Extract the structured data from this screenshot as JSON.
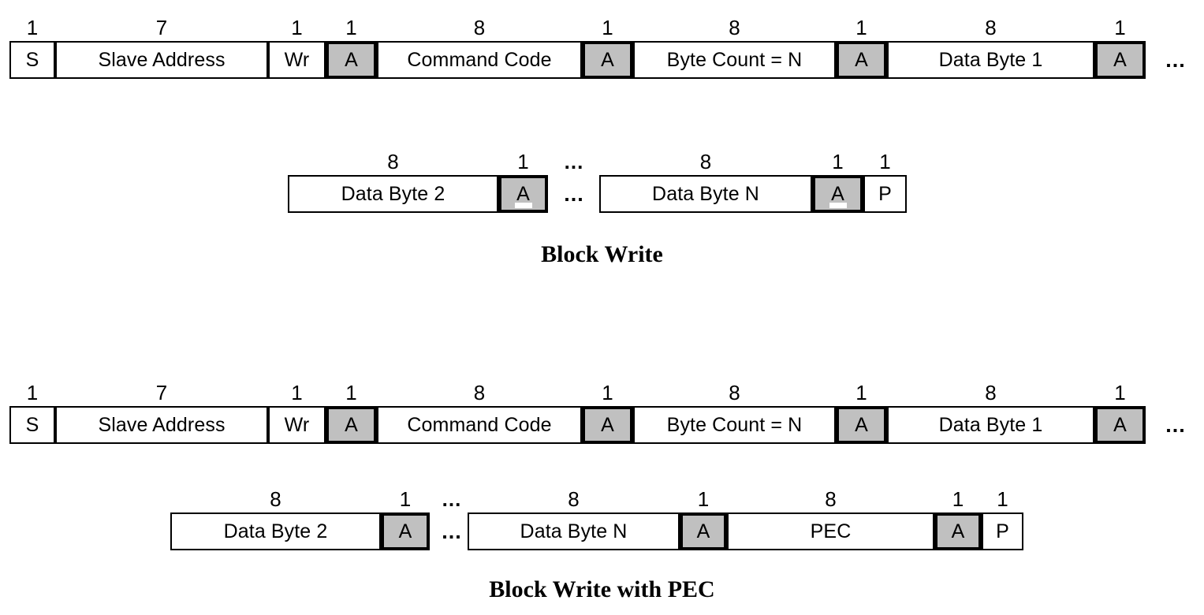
{
  "diagrams": [
    {
      "name": "block-write",
      "caption": "Block Write",
      "rows": [
        {
          "name": "block-write-row-1",
          "fields": [
            {
              "label": "S",
              "bits": "1"
            },
            {
              "label": "Slave Address",
              "bits": "7"
            },
            {
              "label": "Wr",
              "bits": "1"
            },
            {
              "label": "A",
              "bits": "1",
              "ack": true
            },
            {
              "label": "Command Code",
              "bits": "8"
            },
            {
              "label": "A",
              "bits": "1",
              "ack": true
            },
            {
              "label": "Byte Count = N",
              "bits": "8"
            },
            {
              "label": "A",
              "bits": "1",
              "ack": true
            },
            {
              "label": "Data Byte 1",
              "bits": "8"
            },
            {
              "label": "A",
              "bits": "1",
              "ack": true
            }
          ],
          "trailing_ellipsis": "..."
        },
        {
          "name": "block-write-row-2",
          "fields": [
            {
              "label": "Data Byte 2",
              "bits": "8"
            },
            {
              "label": "A",
              "bits": "1",
              "ack": true
            },
            {
              "label": "Data Byte N",
              "bits": "8"
            },
            {
              "label": "A",
              "bits": "1",
              "ack": true
            },
            {
              "label": "P",
              "bits": "1"
            }
          ],
          "inner_ellipsis": "...",
          "inner_ellipsis_above": "..."
        }
      ]
    },
    {
      "name": "block-write-with-pec",
      "caption": "Block Write with PEC",
      "rows": [
        {
          "name": "block-write-pec-row-1",
          "fields": [
            {
              "label": "S",
              "bits": "1"
            },
            {
              "label": "Slave Address",
              "bits": "7"
            },
            {
              "label": "Wr",
              "bits": "1"
            },
            {
              "label": "A",
              "bits": "1",
              "ack": true
            },
            {
              "label": "Command Code",
              "bits": "8"
            },
            {
              "label": "A",
              "bits": "1",
              "ack": true
            },
            {
              "label": "Byte Count = N",
              "bits": "8"
            },
            {
              "label": "A",
              "bits": "1",
              "ack": true
            },
            {
              "label": "Data Byte 1",
              "bits": "8"
            },
            {
              "label": "A",
              "bits": "1",
              "ack": true
            }
          ],
          "trailing_ellipsis": "..."
        },
        {
          "name": "block-write-pec-row-2",
          "fields": [
            {
              "label": "Data Byte 2",
              "bits": "8"
            },
            {
              "label": "A",
              "bits": "1",
              "ack": true
            },
            {
              "label": "Data Byte N",
              "bits": "8"
            },
            {
              "label": "A",
              "bits": "1",
              "ack": true
            },
            {
              "label": "PEC",
              "bits": "8"
            },
            {
              "label": "A",
              "bits": "1",
              "ack": true
            },
            {
              "label": "P",
              "bits": "1"
            }
          ],
          "inner_ellipsis": "...",
          "inner_ellipsis_above": "..."
        }
      ]
    }
  ],
  "colors": {
    "ack_fill": "#c0c0c0",
    "stroke": "#000000",
    "background": "#ffffff"
  }
}
